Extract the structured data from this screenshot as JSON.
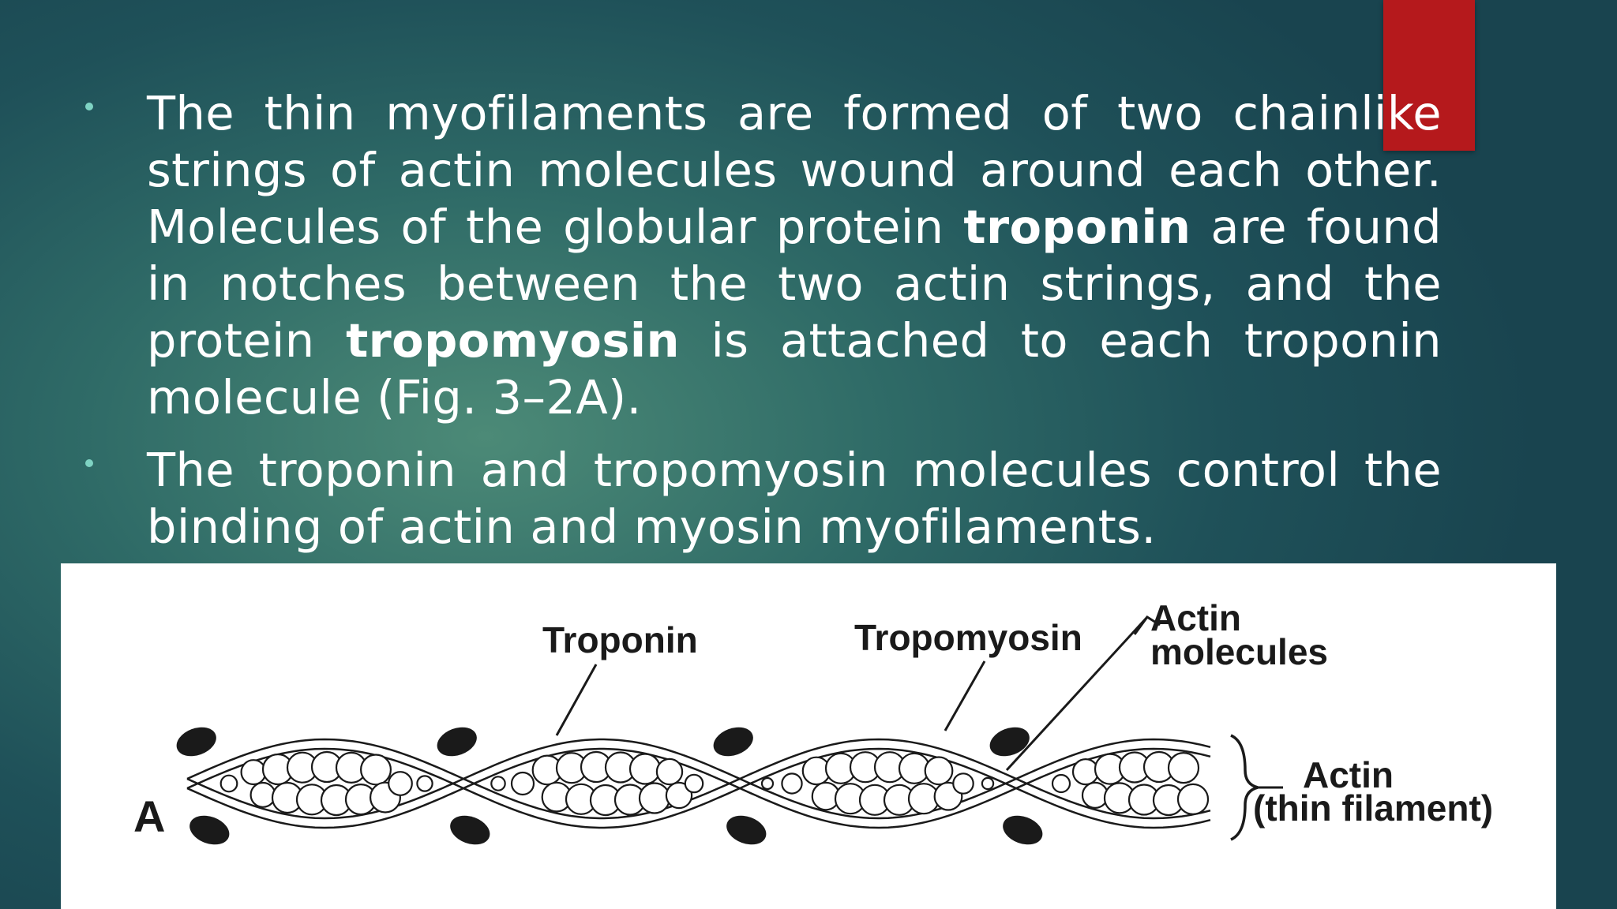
{
  "bullets": [
    {
      "segments": [
        {
          "text": "The thin myofilaments are formed of two chainlike strings of actin molecules wound around each other. Molecules of the globular protein ",
          "bold": false
        },
        {
          "text": "troponin",
          "bold": true
        },
        {
          "text": " are found in notches between the two actin strings, and the protein ",
          "bold": false
        },
        {
          "text": "tropomyosin",
          "bold": true
        },
        {
          "text": " is attached to each troponin molecule (Fig. 3–2A).",
          "bold": false
        }
      ]
    },
    {
      "segments": [
        {
          "text": "The troponin and tropomyosin molecules control the binding of actin and myosin myofilaments.",
          "bold": false
        }
      ]
    }
  ],
  "figure": {
    "panel_letter": "A",
    "label_troponin": "Troponin",
    "label_tropomyosin": "Tropomyosin",
    "label_actin_molecules_1": "Actin",
    "label_actin_molecules_2": "molecules",
    "label_actin_1": "Actin",
    "label_actin_2": "(thin filament)"
  },
  "colors": {
    "accent_red": "#b5191c",
    "bullet_dot": "#7fd3c3",
    "ink": "#1a1a1a"
  }
}
